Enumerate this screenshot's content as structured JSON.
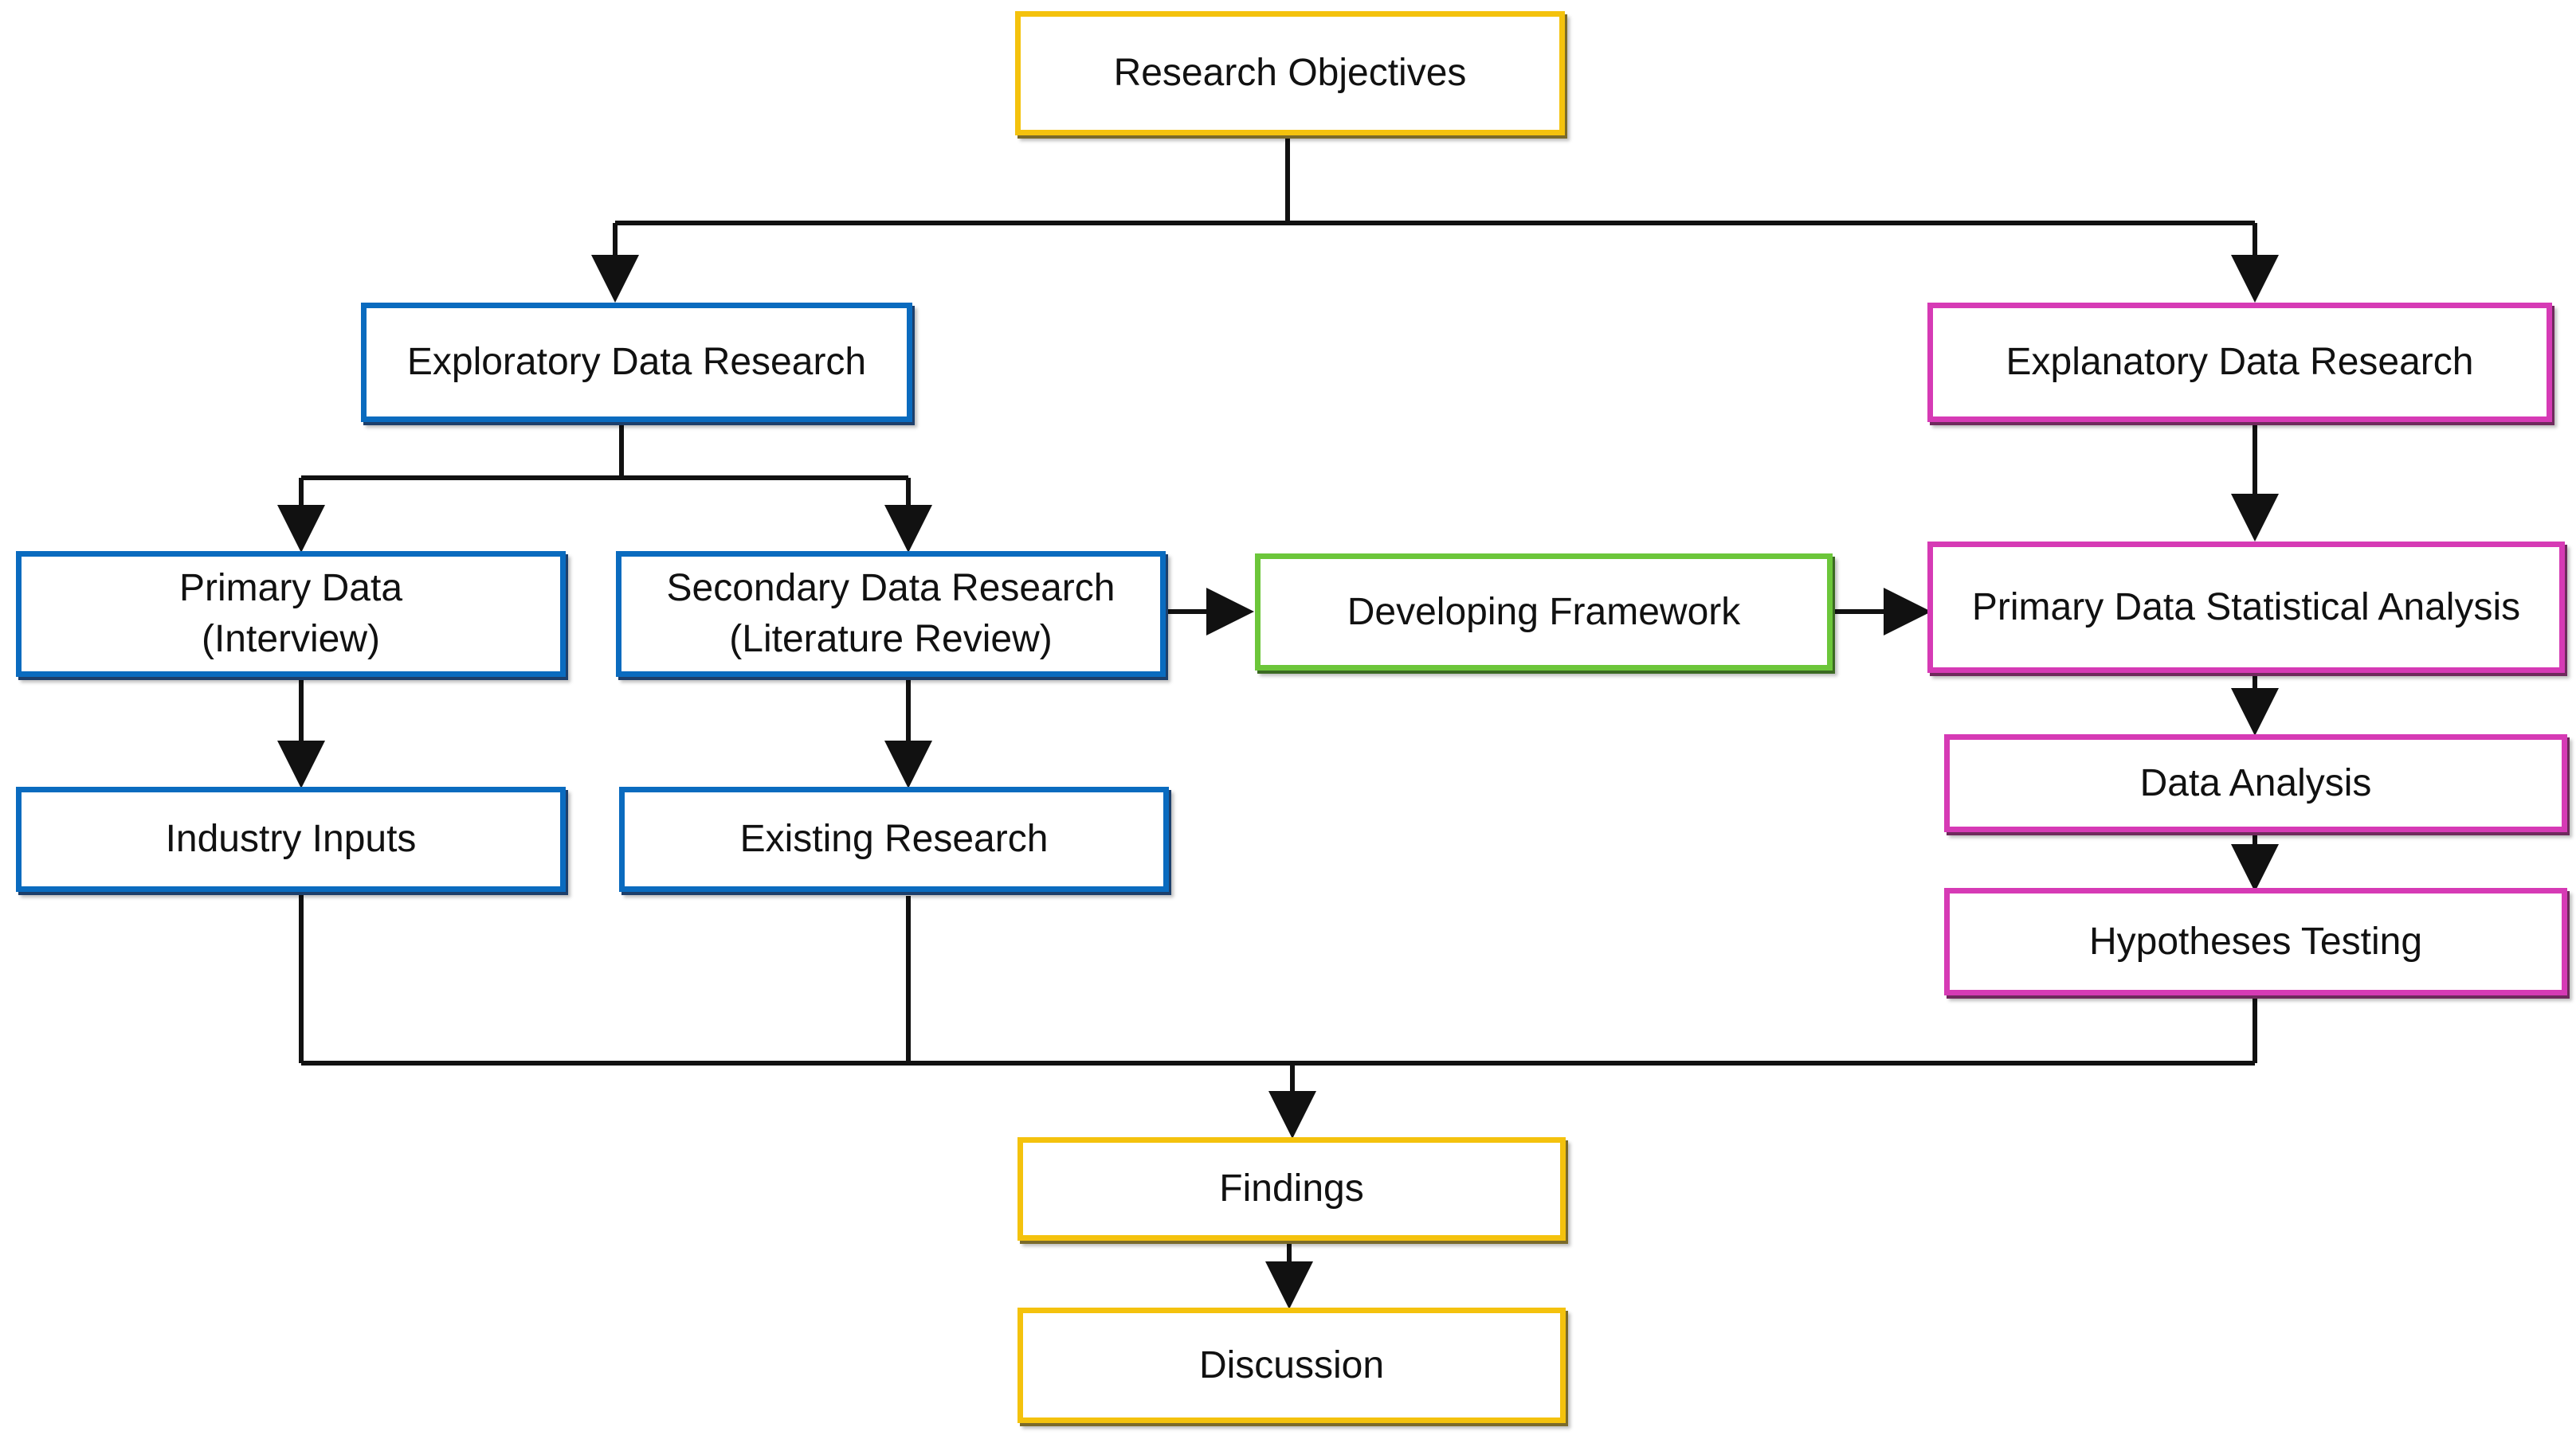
{
  "nodes": {
    "research_objectives": "Research Objectives",
    "exploratory_data_research": "Exploratory Data Research",
    "explanatory_data_research": "Explanatory Data Research",
    "primary_data": [
      "Primary Data",
      "(Interview)"
    ],
    "secondary_data_research": [
      "Secondary Data Research",
      "(Literature Review)"
    ],
    "developing_framework": "Developing Framework",
    "primary_data_statistical_analysis": "Primary Data Statistical Analysis",
    "industry_inputs": "Industry Inputs",
    "existing_research": "Existing Research",
    "data_analysis": "Data Analysis",
    "hypotheses_testing": "Hypotheses Testing",
    "findings": "Findings",
    "discussion": "Discussion"
  },
  "colors": {
    "objectives_findings_discussion": "#f4c20d",
    "exploratory_branch": "#0a6bbf",
    "explanatory_branch": "#d63ab5",
    "framework": "#6cc63a",
    "connector": "#111111"
  }
}
